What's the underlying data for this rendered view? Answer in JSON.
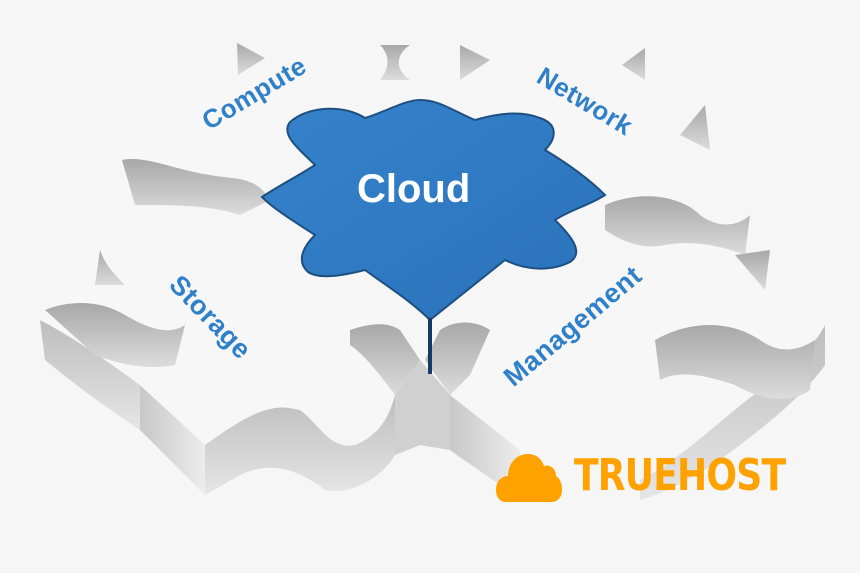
{
  "illustration": {
    "center_piece": {
      "label": "Cloud",
      "color": "#2e7bc4"
    },
    "pieces": [
      {
        "position": "top-left",
        "label": "Compute"
      },
      {
        "position": "top-right",
        "label": "Network"
      },
      {
        "position": "bottom-left",
        "label": "Storage"
      },
      {
        "position": "bottom-right",
        "label": "Management"
      }
    ],
    "label_color": "#2f80c8",
    "background_color": "#f6f6f6"
  },
  "brand": {
    "name": "TRUEHOST",
    "icon": "cloud-icon",
    "color": "#ffa200"
  }
}
